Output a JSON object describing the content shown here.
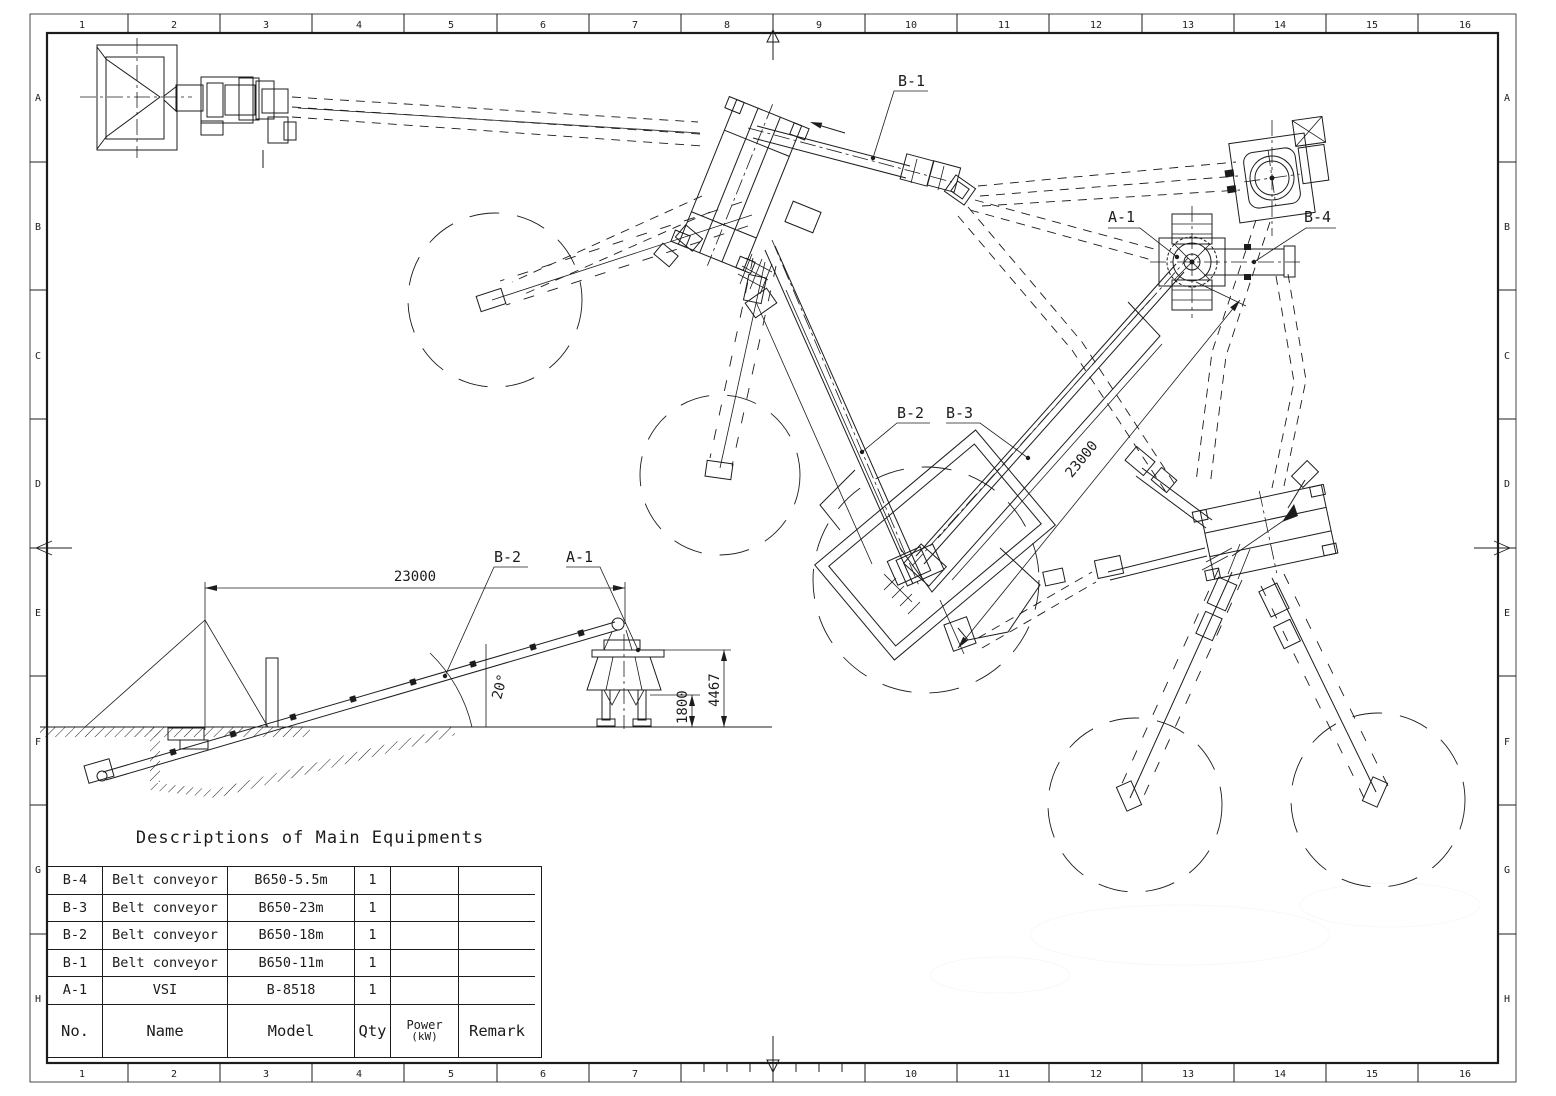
{
  "ruler": {
    "cols": [
      "1",
      "2",
      "3",
      "4",
      "5",
      "6",
      "7",
      "8",
      "9",
      "10",
      "11",
      "12",
      "13",
      "14",
      "15",
      "16"
    ],
    "rows": [
      "A",
      "B",
      "C",
      "D",
      "E",
      "F",
      "G",
      "H"
    ]
  },
  "plan_labels": {
    "b1": "B-1",
    "a1": "A-1",
    "b4": "B-4",
    "b2": "B-2",
    "b3": "B-3",
    "dim_b3_length": "23000"
  },
  "side_view": {
    "b2": "B-2",
    "a1": "A-1",
    "dim_span": "23000",
    "angle": "20°",
    "dim_total_height": "4467",
    "dim_base_height": "1800"
  },
  "equipment_table": {
    "title": "Descriptions of Main Equipments",
    "headers": {
      "no": "No.",
      "name": "Name",
      "model": "Model",
      "qty": "Qty",
      "power_line1": "Power",
      "power_line2": "(kW)",
      "remark": "Remark"
    },
    "rows": [
      {
        "no": "B-4",
        "name": "Belt conveyor",
        "model": "B650-5.5m",
        "qty": "1",
        "power": "",
        "remark": ""
      },
      {
        "no": "B-3",
        "name": "Belt conveyor",
        "model": "B650-23m",
        "qty": "1",
        "power": "",
        "remark": ""
      },
      {
        "no": "B-2",
        "name": "Belt conveyor",
        "model": "B650-18m",
        "qty": "1",
        "power": "",
        "remark": ""
      },
      {
        "no": "B-1",
        "name": "Belt conveyor",
        "model": "B650-11m",
        "qty": "1",
        "power": "",
        "remark": ""
      },
      {
        "no": "A-1",
        "name": "VSI",
        "model": "B-8518",
        "qty": "1",
        "power": "",
        "remark": ""
      }
    ]
  }
}
